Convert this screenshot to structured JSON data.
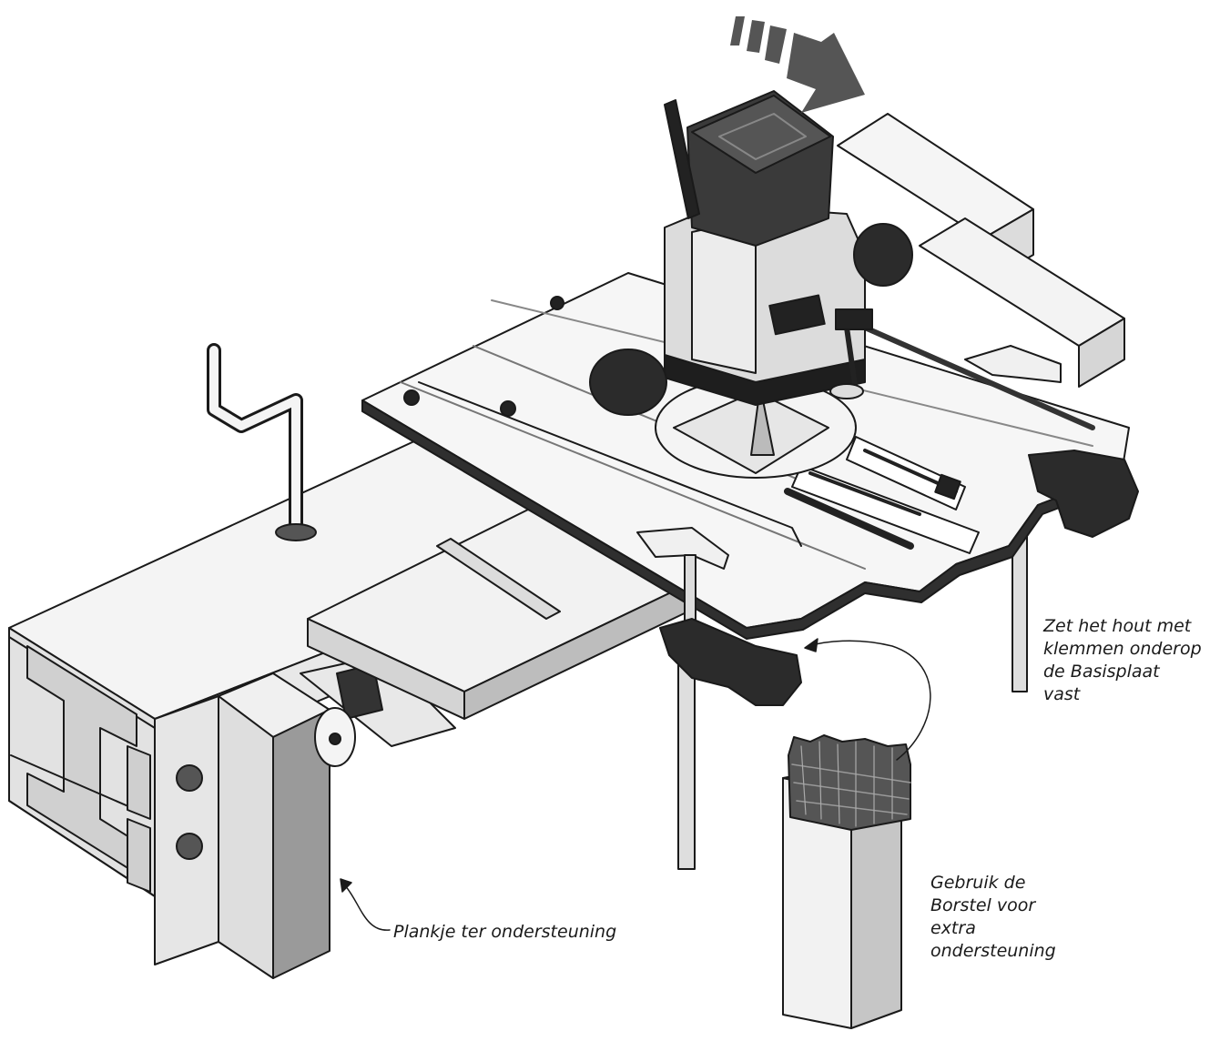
{
  "annotations": {
    "clamps": {
      "lines": [
        "Zet het hout met",
        "klemmen onderop",
        "de Basisplaat",
        "vast"
      ]
    },
    "brush": {
      "lines": [
        "Gebruik de",
        "Borstel voor",
        "extra",
        "ondersteuning"
      ]
    },
    "support": {
      "lines": [
        "Plankje ter ondersteuning"
      ]
    }
  },
  "colors": {
    "outline": "#1a1a1a",
    "light_face": "#f4f4f4",
    "mid_face": "#d9d9d9",
    "dark_face": "#3a3a3a",
    "handle": "#2b2b2b",
    "arrow": "#555555"
  },
  "icons": [
    "feed-direction-arrow",
    "crank-handle-icon",
    "router-tool",
    "brush-support",
    "clamp-icon"
  ]
}
